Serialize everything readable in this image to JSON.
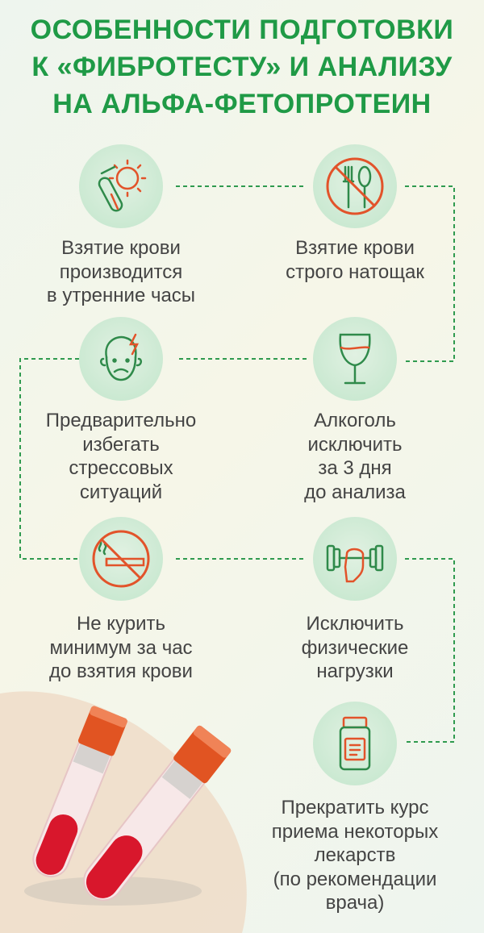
{
  "title": {
    "line1": "ОСОБЕННОСТИ ПОДГОТОВКИ",
    "line2": "К «ФИБРОТЕСТУ» И АНАЛИЗУ",
    "line3": "НА АЛЬФА-ФЕТОПРОТЕИН"
  },
  "colors": {
    "accent_green": "#1f9a46",
    "icon_green": "#2f8a4a",
    "icon_red": "#e2532a",
    "circle_bg": "#cbe9d2",
    "text": "#444444"
  },
  "items": [
    {
      "icon": "sun-test-tube-icon",
      "lines": [
        "Взятие крови",
        "производится",
        "в утренние часы"
      ]
    },
    {
      "icon": "no-food-icon",
      "lines": [
        "Взятие крови",
        "строго натощак"
      ]
    },
    {
      "icon": "stressed-face-icon",
      "lines": [
        "Предварительно",
        "избегать",
        "стрессовых",
        "ситуаций"
      ]
    },
    {
      "icon": "wine-glass-icon",
      "lines": [
        "Алкоголь",
        "исключить",
        "за 3 дня",
        "до анализа"
      ]
    },
    {
      "icon": "no-smoking-icon",
      "lines": [
        "Не курить",
        "минимум за час",
        "до взятия крови"
      ]
    },
    {
      "icon": "dumbbell-icon",
      "lines": [
        "Исключить",
        "физические",
        "нагрузки"
      ]
    },
    {
      "icon": "medicine-bottle-icon",
      "lines": [
        "Прекратить курс",
        "приема некоторых",
        "лекарств",
        "(по рекомендации",
        "врача)"
      ]
    }
  ]
}
